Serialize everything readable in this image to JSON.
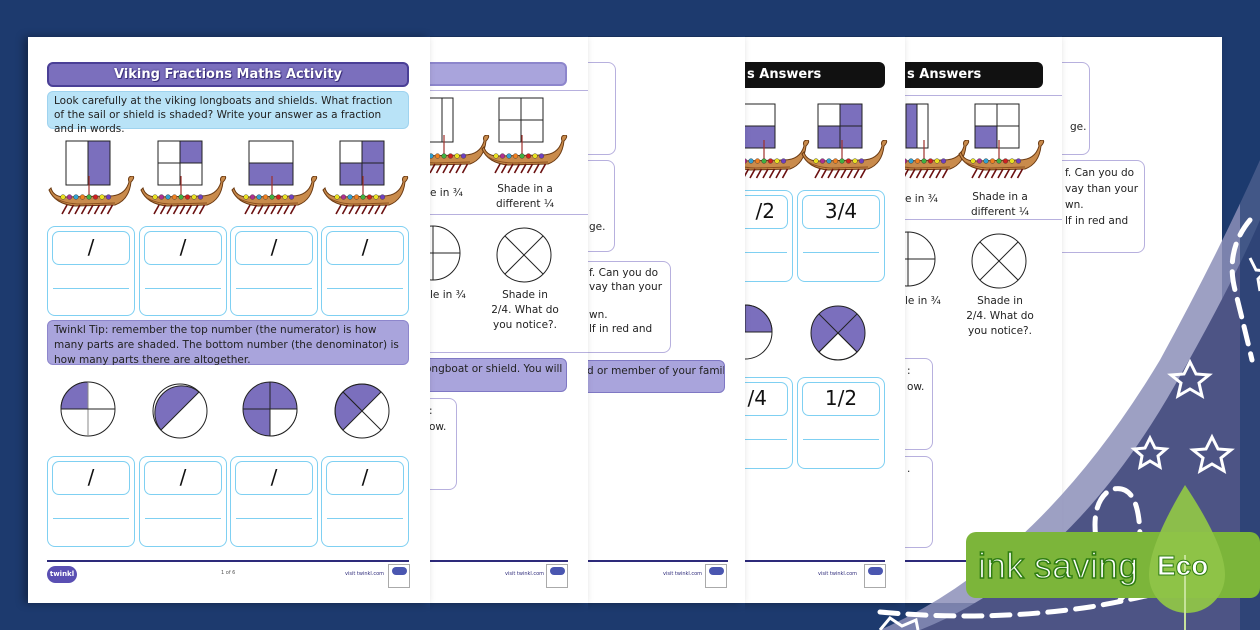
{
  "colors": {
    "background": "#1d3a6e",
    "accent_purple": "#7b6fbd",
    "shade": "#7b6fbd",
    "answer_border": "#7fd0f2",
    "eco_green": "#7cb53a"
  },
  "page1": {
    "title": "Viking Fractions Maths Activity",
    "instructions": "Look carefully at the viking longboats and shields. What fraction of the sail or shield is shaded? Write your answer as a fraction and in words.",
    "answer_row1": [
      "/",
      "/",
      "/",
      "/"
    ],
    "tip": "Twinkl Tip: remember the top number (the numerator) is how many parts are shaded. The bottom number (the denominator) is how many parts there are altogether.",
    "answer_row2": [
      "/",
      "/",
      "/",
      "/"
    ],
    "footer": {
      "logo": "twinkl",
      "page": "1 of 6",
      "visit": "visit twinkl.com"
    }
  },
  "page2": {
    "caption1": "e in ¾",
    "caption2_a": "Shade in a",
    "caption2_b": "different ¼",
    "caption3": "le in ¾",
    "caption4_a": "Shade in",
    "caption4_b": "2/4. What do",
    "caption4_c": "you notice?.",
    "purple_text": "ongboat or shield. You will",
    "box_lines": [
      ":",
      "ow."
    ],
    "footer": {
      "visit": "visit twinkl.com"
    }
  },
  "page3": {
    "box1_text": "ge.",
    "box2_lines": [
      "f. Can you do",
      "vay than your",
      "wn.",
      "lf in red and"
    ],
    "purple_text": "d or member of your family",
    "footer": {
      "visit": "visit twinkl.com"
    }
  },
  "page4": {
    "title": "s Answers",
    "answer_row1": [
      "/2",
      "3/4"
    ],
    "answer_row2": [
      "/4",
      "1/2"
    ],
    "footer": {
      "visit": "visit twinkl.com"
    }
  },
  "page5": {
    "title": "s Answers",
    "caption1": "e in ¾",
    "caption2_a": "Shade in a",
    "caption2_b": "different ¼",
    "caption3": "le in ¾",
    "caption4_a": "Shade in",
    "caption4_b": "2/4. What do",
    "caption4_c": "you notice?.",
    "box_lines": [
      ":",
      "ow."
    ],
    "box2_text": "."
  },
  "page6": {
    "box1_text": "ge.",
    "box2_lines": [
      "f. Can you do",
      "vay than your",
      "wn.",
      "lf in red and"
    ]
  },
  "eco": {
    "label": "ink saving",
    "badge": "Eco"
  }
}
